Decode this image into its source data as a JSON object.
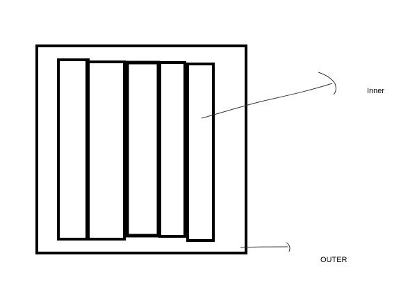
{
  "labels": {
    "inner": "Inner",
    "outer": "OUTER"
  },
  "colors": {
    "stroke": "#000000",
    "background": "#ffffff",
    "arrow": "#333333"
  },
  "diagram": {
    "outer_box_count": 1,
    "inner_box_count": 5
  }
}
